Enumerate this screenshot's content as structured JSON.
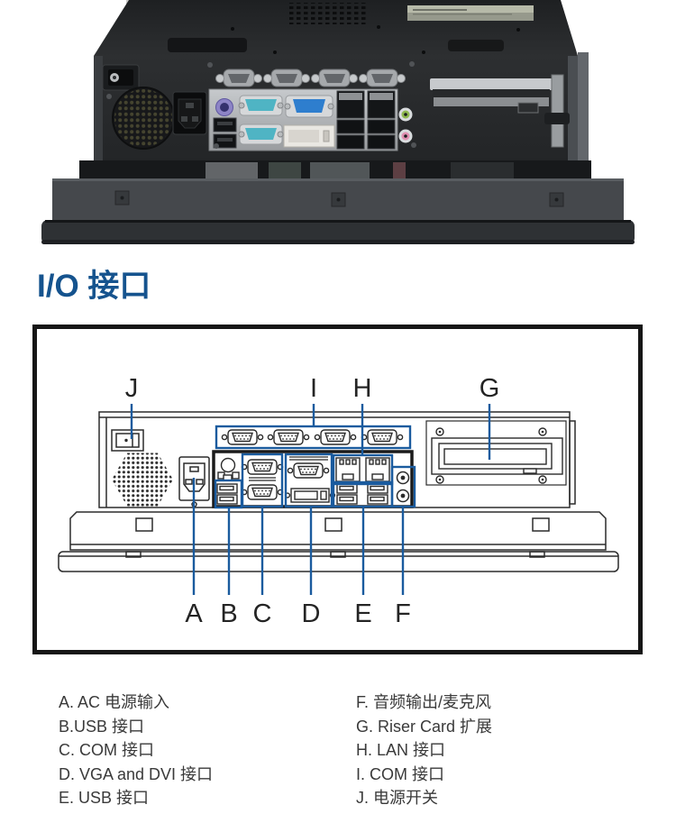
{
  "heading": {
    "text": "I/O 接口",
    "color": "#15538e"
  },
  "photo": {
    "name": "rear-panel-photo"
  },
  "diagram": {
    "accent_color": "#1a5b9e",
    "stroke_color": "#2b2b2b",
    "callouts_top": [
      "J",
      "I",
      "H",
      "G"
    ],
    "callouts_bottom": [
      "A",
      "B",
      "C",
      "D",
      "E",
      "F"
    ]
  },
  "legend": {
    "left": [
      "A. AC 电源输入",
      "B.USB 接口",
      "C. COM 接口",
      "D. VGA and DVI 接口",
      "E. USB 接口"
    ],
    "right": [
      "F. 音频输出/麦克风",
      "G. Riser Card 扩展",
      "H. LAN 接口",
      "I. COM 接口",
      "J. 电源开关"
    ]
  }
}
